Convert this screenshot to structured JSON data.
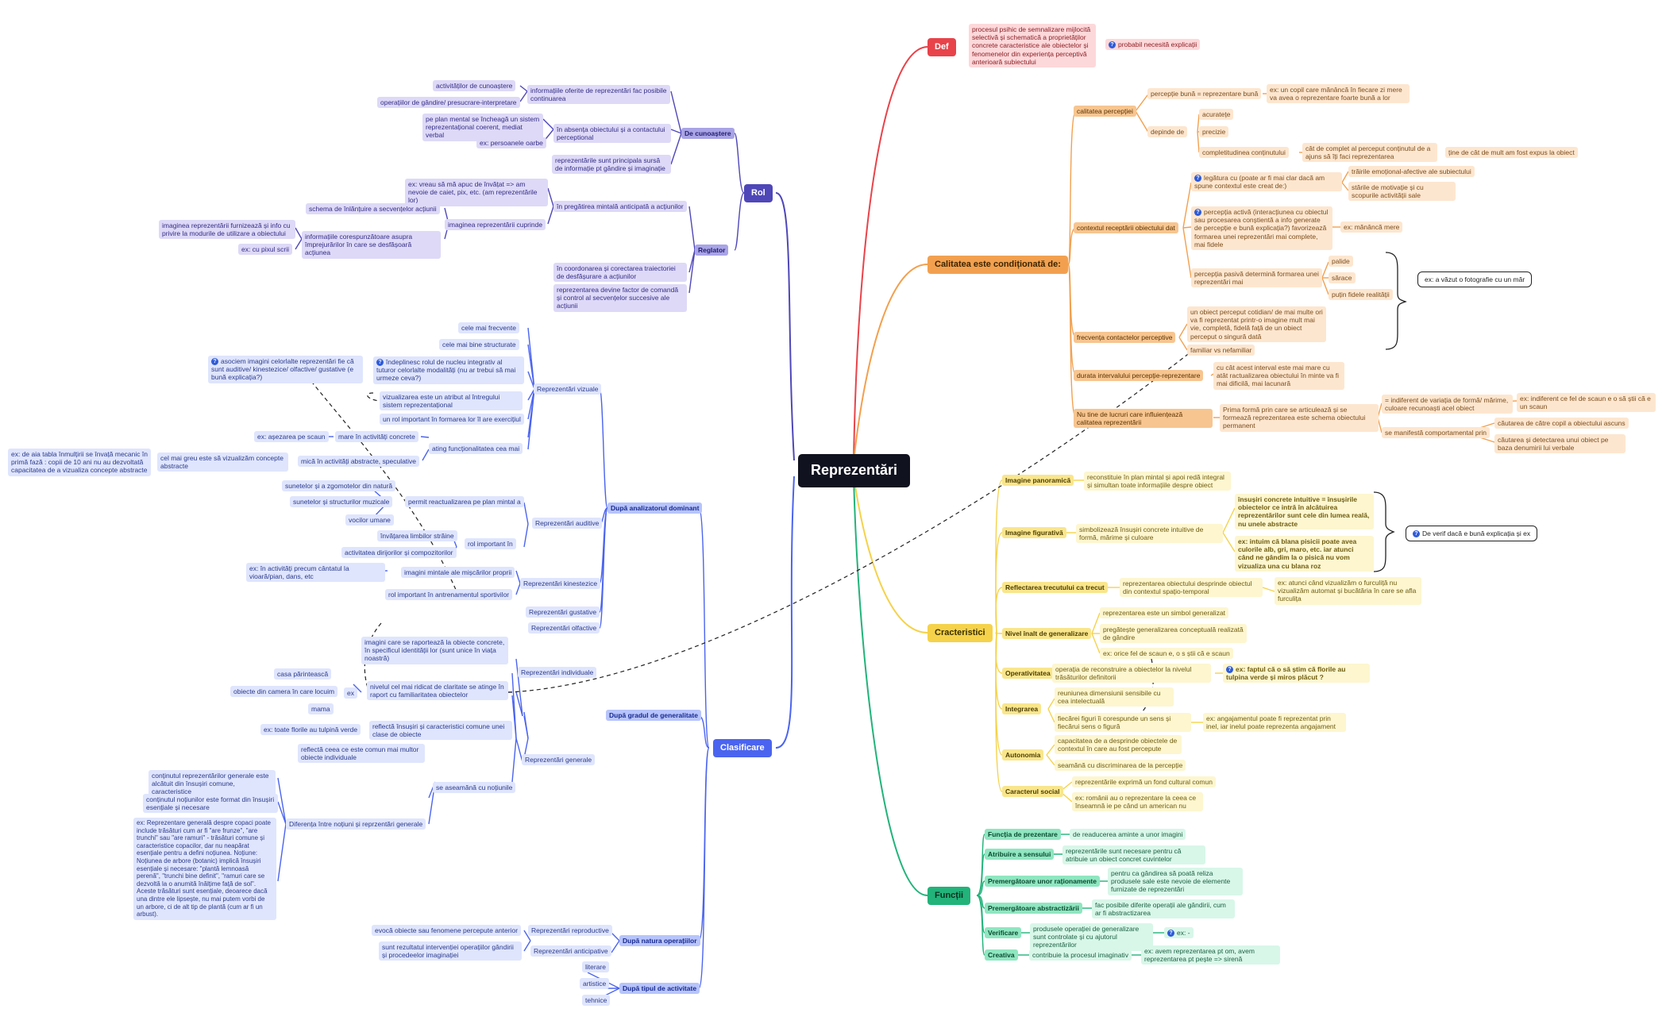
{
  "root": "Reprezentări",
  "colors": {
    "def": "#e8434a",
    "cal": "#f2a04f",
    "car": "#f5d24a",
    "fun": "#22b37a",
    "cla": "#4b64ef",
    "rol": "#4f47b8"
  },
  "def": {
    "title": "Def",
    "text": "procesul psihic de semnalizare mijlocită selectivă și schematică a proprietăților concrete caracteristice ale obiectelor și fenomenelor din experiența perceptivă anterioară subiectului",
    "q": "probabil  necesită explicații"
  },
  "cal": {
    "title": "Calitatea este condiționată de:",
    "perc": "calitatea percepției",
    "perc_buna": "percepție bună = reprezentare bună",
    "perc_buna_ex": "ex: un copil care mănâncă în fiecare zi mere va avea o reprezentare foarte bună a lor",
    "depinde": "depinde de",
    "acuratete": "acuratețe",
    "precizie": "precizie",
    "complet": "completitudinea conținutului",
    "complet_d": "cât de complet al perceput conținutul de a ajuns să îți faci reprezentarea",
    "complet_d2": "ține de cât de mult am fost expus la obiect",
    "context": "contextul receptării obiectului dat",
    "legatura": "legătura cu (poate ar fi mai clar dacă am spune contextul este creat de:)",
    "trairi": "trăirile emoțional-afective ale subiectului",
    "stari": "stările de motivație și cu scopurile activității sale",
    "activa": "percepția activă (interacțiunea cu obiectul sau procesarea conștientă a info generate de percepție e bună explicația?) favorizează formarea unei reprezentări mai complete, mai fidele",
    "activa_ex": "ex: mănâncă mere",
    "pasiva": "percepția pasivă determină formarea unei reprezentări mai",
    "palide": "palide",
    "sarace": "sărace",
    "putin": "puțin fidele realității",
    "pasiva_note": "ex: a văzut o fotografie cu un măr",
    "frecv": "frecvența contactelor perceptive",
    "frecv_d": "un obiect perceput cotidian/ de mai multe ori va fi reprezentat printr-o imagine mult mai vie, completă, fidelă față de un obiect perceput o singură dată",
    "familiar": "familiar vs nefamiliar",
    "durata": "durata intervalului percepție-reprezentare",
    "durata_d": "cu cât acest interval este mai mare cu atât ractualizarea obiectului în minte va fi mai dificilă, mai lacunară",
    "tipul": "Nu tine de lucruri care influiențează calitatea reprezentării",
    "tipul_d": "Prima formă prin care se articulează și se formează reprezentarea este schema obiectului permanent",
    "indif": "= indiferent de variația de formă/ mărime, culoare recunoaști acel obiect",
    "indif_ex": "ex: indiferent ce fel de scaun e o să știi că e un scaun",
    "manif": "se manifestă comportamental prin",
    "cautare": "căutarea de către copil a obiectului ascuns",
    "cautare2": "căutarea și detectarea unui obiect pe baza denumirii lui verbale"
  },
  "car": {
    "title": "Cracteristici",
    "panoramica": "Imagine panoramică",
    "panoramica_d": "reconstituie în plan mintal și apoi redă integral și simultan toate informațiile despre obiect",
    "figurativa": "Imagine figurativă",
    "figurativa_d": "simbolizează însușiri concrete intuitive de formă, mărime și culoare",
    "fig_b1": "însușiri concrete intuitive = însușirile obiectelor ce intră în alcătuirea reprezentărilor sunt cele din lumea reală, nu unele abstracte",
    "fig_b2": "ex: intuim că blana pisicii poate avea culorile alb, gri, maro, etc. iar atunci când ne gândim la o pisică nu vom vizualiza una cu blana roz",
    "fig_note": "De verif dacă e bună explicația și ex",
    "trecut": "Reflectarea trecutului ca trecut",
    "trecut_d": "reprezentarea obiectului desprinde obiectul din contextul spațio-temporal",
    "trecut_ex": "ex: atunci când vizualizăm o furculiță nu vizualizăm automat și bucătăria în care se afla furculița",
    "nivel": "Nivel înalt de generalizare",
    "nivel_d1": "reprezentarea este un simbol generalizat",
    "nivel_d2": "pregătește generalizarea conceptuală realizată de gândire",
    "nivel_d3": "ex: orice fel de scaun e, o s știi că e scaun",
    "oper": "Operativitatea",
    "oper_d": "operația de reconstruire a obiectelor la nivelul trăsăturilor definitorii",
    "oper_q": "ex: faptul că o să știm că florile au tulpina verde și miros plăcut ?",
    "integr": "Integrarea",
    "integr_d1": "reuniunea dimensiunii sensibile cu cea intelectuală",
    "integr_d2": "fiecărei figuri îi corespunde un sens și fiecărui sens o figură",
    "integr_ex": "ex: angajamentul poate fi reprezentat prin inel, iar inelul poate reprezenta angajament",
    "auton": "Autonomia",
    "auton_d1": "capacitatea de a desprinde obiectele de contextul în care au fost percepute",
    "auton_d2": "seamănă cu discriminarea de la percepție",
    "social": "Caracterul social",
    "social_d1": "reprezentările exprimă un fond cultural comun",
    "social_d2": "ex: românii au o reprezentare la ceea ce înseamnă ie pe când un american nu"
  },
  "fun": {
    "title": "Funcții",
    "f1": "Funcția de prezentare",
    "f1_d": "de readucerea aminte a unor imagini",
    "f2": "Atribuire a sensului",
    "f2_d": "reprezentările sunt necesare pentru că atribuie un obiect concret cuvintelor",
    "f3": "Premergătoare unor raționamente",
    "f3_d": "pentru ca gândirea să poată reliza produsele sale este nevoie de elemente furnizate de reprezentări",
    "f4": "Premergătoare abstractizării",
    "f4_d": "fac posibile diferite operații ale gândirii, cum ar fi abstractizarea",
    "f5": "Verificare",
    "f5_d": "produsele operației de generalizare sunt controlate și cu ajutorul reprezentărilor",
    "f5_q": "ex: -",
    "f6": "Creativa",
    "f6_d": "contribuie la procesul imaginativ",
    "f6_ex": "ex: avem reprezentarea pt om, avem reprezentarea pt pește => sirenă"
  },
  "rol": {
    "title": "Rol",
    "cun": "De cunoaștere",
    "cun1": "informațiile oferite de reprezentări fac posibile continuarea",
    "cun1a": "activităților de cunoaștere",
    "cun1b": "operațiilor de gândire/ presucrare-interpretare",
    "cun2": "în absența obiectului și a contactului perceptional",
    "cun2a": "pe plan mental se încheagă un sistem reprezentațional coerent, mediat verbal",
    "cun2b": "ex: persoanele oarbe",
    "cun3": "reprezentările sunt principala sursă de informație pt gândire și imaginație",
    "reg": "Reglator",
    "reg1": "în pregătirea mintală anticipată a acțiunilor",
    "reg1_ex": "ex: vreau să mă apuc de învățat => am nevoie de caiet, pix, etc. (am reprezentările lor)",
    "reg1_img": "imaginea reprezentării cuprinde",
    "reg1_sch": "schema de înlănțuire a secvențelor acțiunii",
    "reg1_inf": "informațiile corespunzătoare asupra împrejurărilor în care se desfășoară acțiunea",
    "reg1_inf2": "imaginea reprezentării furnizează și info cu privire la modurile de utilizare a obiectului",
    "reg1_inf3": "ex: cu pixul scrii",
    "reg2": "în coordonarea și corectarea traiectoriei de desfășurare a acțiunilor",
    "reg3": "reprezentarea devine factor de comandă și control al secvențelor succesive ale acțiunii"
  },
  "cla": {
    "title": "Clasificare",
    "ana": "După analizatorul dominant",
    "viz": "Reprezentări vizuale",
    "viz1": "cele mai frecvente",
    "viz2": "cele mai bine structurate",
    "viz3": "îndeplinesc rolul de nucleu integrativ al tuturor celorlalte modalități (nu ar trebui să mai urmeze ceva?)",
    "viz3_q": "asociem imagini celorlalte reprezentări fie că sunt auditive/ kinestezice/ olfactive/ gustative (e bună explicația?)",
    "viz4": "vizualizarea este un atribut al întregului sistem reprezentațional",
    "viz5": "un rol important în formarea lor îl are exercițiul",
    "viz6": "ating funcționalitatea cea mai",
    "viz6a": "mare în activități concrete",
    "viz6a_ex": "ex: așezarea pe scaun",
    "viz6b": "mică în activități abstracte, speculative",
    "viz6b_d": "cel mai greu este să vizualizăm concepte abstracte",
    "viz6b_ex": "ex: de aia tabla înmulțirii se învață mecanic în primă fază : copii de 10 ani nu au dezvoltată capacitatea de a vizualiza concepte abstracte",
    "aud": "Reprezentări auditive",
    "aud1": "permit reactualizarea pe plan mintal a",
    "aud1a": "sunetelor și a zgomotelor din natură",
    "aud1b": "sunetelor și structurilor muzicale",
    "aud1c": "vocilor umane",
    "aud2": "rol important în",
    "aud2a": "învățarea limbilor străine",
    "aud2b": "activitatea dirijorilor și compozitorilor",
    "kin": "Reprezentări kinestezice",
    "kin1": "imagini mintale ale mișcărilor proprii",
    "kin1_ex": "ex: în activități precum cântatul la vioară/pian, dans, etc",
    "kin2": "rol important în antrenamentul sportivilor",
    "gus": "Reprezentări gustative",
    "olf": "Reprezentări olfactive",
    "gen": "După gradul de generalitate",
    "ind": "Reprezentări individuale",
    "ind1": "imagini care se raportează la obiecte concrete, în specificul identității lor (sunt unice în viața noastră)",
    "ind2": "nivelul cel mai ridicat de claritate se atinge în raport cu familiaritatea obiectelor",
    "ex": "ex",
    "exa": "casa părintească",
    "exb": "obiecte din camera în care locuim",
    "exc": "mama",
    "gnl": "Reprezentări generale",
    "gnl1": "reflectă însușiri și caracteristici comune unei clase de obiecte",
    "gnl1_ex": "ex: toate florile au tulpină verde",
    "gnl2": "reflectă ceea ce este comun mai multor obiecte individuale",
    "gnl3": "se aseamănă cu noțiunile",
    "gnl4": "Diferența între noțiuni și reprzentări generale",
    "gnl4a": "conținutul reprezentărilor generale este alcătuit din însușiri comune, caracteristice",
    "gnl4b": "conținutul noțiunilor este format din însușiri esențiale și necesare",
    "gnl4c": "ex: Reprezentare generală despre copaci poate include trăsături cum ar fi \"are frunze\", \"are trunchi\" sau \"are ramuri\" - trăsături comune și caracteristice copacilor, dar nu neapărat esențiale pentru a defini noțiunea. Noțiune: Noțiunea de arbore (botanic) implică însușiri esențiale și necesare: \"plantă lemnoasă perenă\", \"trunchi bine definit\", \"ramuri care se dezvoltă la o anumită înălțime față de sol\". Aceste trăsături sunt esențiale, deoarece dacă una dintre ele lipsește, nu mai putem vorbi de un arbore, ci de alt tip de plantă (cum ar fi un arbust).",
    "nat": "După natura operațiilor",
    "rep": "Reprezentări reproductive",
    "rep_d": "evocă obiecte sau fenomene percepute anterior",
    "ant": "Reprezentări anticipative",
    "ant_d": "sunt rezultatul intervenției operațiilor gândirii și procedeelor imaginației",
    "tip": "După tipul de activitate",
    "tip1": "literare",
    "tip2": "artistice",
    "tip3": "tehnice"
  }
}
